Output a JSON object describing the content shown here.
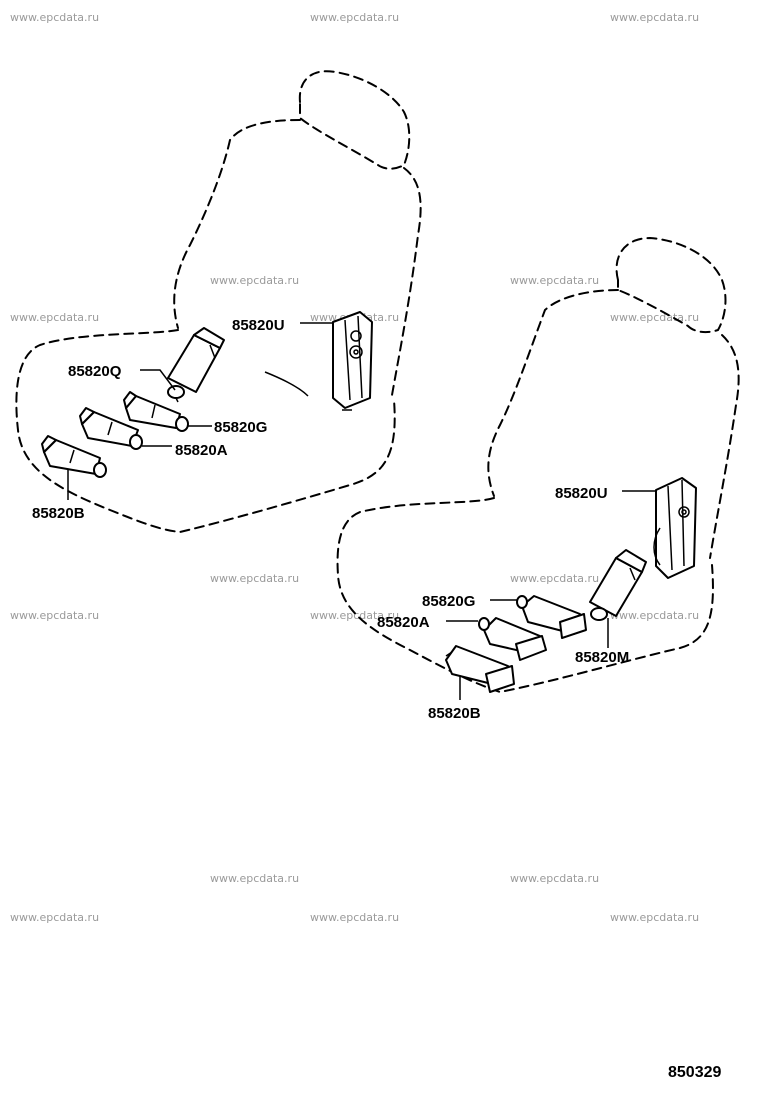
{
  "watermark": "www.epcdata.ru",
  "figure_number": "850329",
  "left_seat": {
    "labels": {
      "U": "85820U",
      "Q": "85820Q",
      "G": "85820G",
      "A": "85820A",
      "B": "85820B"
    }
  },
  "right_seat": {
    "labels": {
      "U": "85820U",
      "G": "85820G",
      "A": "85820A",
      "M": "85820M",
      "B": "85820B"
    }
  }
}
